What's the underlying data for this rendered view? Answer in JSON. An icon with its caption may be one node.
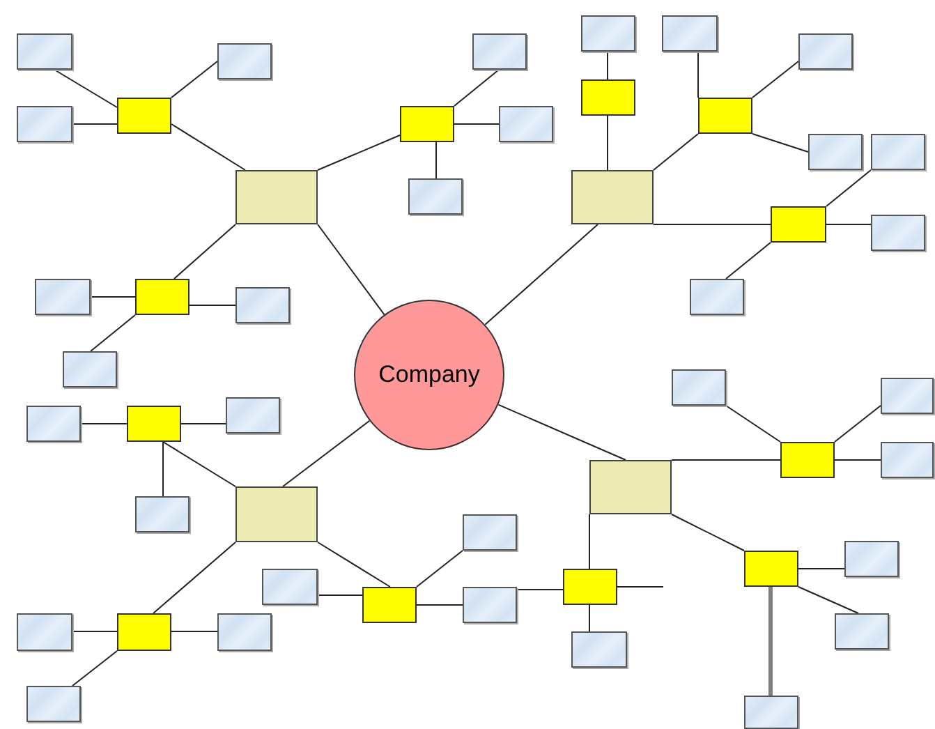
{
  "diagram": {
    "nodes": [
      {
        "text": [
          "Company"
        ]
      },
      {
        "text": [],
        "shape": "box"
      },
      {
        "text": [],
        "shape": "box"
      },
      {
        "text": [],
        "shape": "box"
      },
      {
        "text": [],
        "shape": "box"
      },
      {
        "text": [],
        "shape": "box"
      },
      {
        "text": [],
        "shape": "box"
      },
      {
        "text": [],
        "shape": "box"
      },
      {
        "text": [],
        "shape": "box"
      },
      {
        "text": [],
        "shape": "box"
      },
      {
        "text": [],
        "shape": "box"
      },
      {
        "text": [],
        "shape": "box"
      },
      {
        "text": [],
        "shape": "box"
      },
      {
        "text": [],
        "shape": "box"
      },
      {
        "text": [],
        "shape": "box"
      },
      {
        "text": [],
        "shape": "box"
      },
      {
        "text": [],
        "shape": "box"
      },
      {
        "text": [],
        "shape": "box"
      },
      {
        "text": [],
        "shape": "box"
      },
      {
        "text": [],
        "shape": "box"
      },
      {
        "text": [],
        "shape": "box"
      },
      {
        "text": [],
        "shape": "box"
      },
      {
        "text": [],
        "shape": "box"
      },
      {
        "text": [],
        "shape": "box"
      },
      {
        "text": [],
        "shape": "box"
      },
      {
        "text": [],
        "shape": "box"
      },
      {
        "text": [],
        "shape": "box"
      },
      {
        "text": [],
        "shape": "box"
      },
      {
        "text": [],
        "shape": "box"
      },
      {
        "text": [],
        "shape": "box"
      },
      {
        "text": [],
        "shape": "box"
      },
      {
        "text": [],
        "shape": "box"
      },
      {
        "text": [],
        "shape": "box"
      },
      {
        "text": [],
        "shape": "box"
      },
      {
        "text": [],
        "shape": "box"
      },
      {
        "text": [],
        "shape": "box"
      },
      {
        "text": [],
        "shape": "box"
      },
      {
        "text": [],
        "shape": "box"
      },
      {
        "text": [],
        "shape": "box"
      },
      {
        "text": [],
        "shape": "box"
      },
      {
        "text": [],
        "shape": "box"
      },
      {
        "text": [],
        "shape": "box"
      },
      {
        "text": [],
        "shape": "box"
      },
      {
        "text": [],
        "shape": "box"
      },
      {
        "text": [],
        "shape": "box"
      },
      {
        "text": [],
        "shape": "box"
      },
      {
        "text": [],
        "shape": "box"
      },
      {
        "text": [],
        "shape": "box"
      },
      {
        "text": [],
        "shape": "box"
      }
    ],
    "edges": [
      {
        "from": 0,
        "to": 1,
        "arrow": "none"
      },
      {
        "from": 1,
        "to": 2,
        "arrow": "none"
      },
      {
        "from": 2,
        "to": 3,
        "arrow": "none"
      },
      {
        "from": 2,
        "to": 4,
        "arrow": "none"
      },
      {
        "from": 2,
        "to": 5,
        "arrow": "none"
      },
      {
        "from": 1,
        "to": 6,
        "arrow": "none"
      },
      {
        "from": 6,
        "to": 7,
        "arrow": "none"
      },
      {
        "from": 6,
        "to": 8,
        "arrow": "none"
      },
      {
        "from": 6,
        "to": 9,
        "arrow": "none"
      },
      {
        "from": 1,
        "to": 10,
        "arrow": "none"
      },
      {
        "from": 10,
        "to": 11,
        "arrow": "none"
      },
      {
        "from": 10,
        "to": 12,
        "arrow": "none"
      },
      {
        "from": 10,
        "to": 13,
        "arrow": "none"
      },
      {
        "from": 0,
        "to": 14,
        "arrow": "none"
      },
      {
        "from": 14,
        "to": 15,
        "arrow": "none"
      },
      {
        "from": 15,
        "to": 16,
        "arrow": "none"
      },
      {
        "from": 14,
        "to": 17,
        "arrow": "none"
      },
      {
        "from": 17,
        "to": 18,
        "arrow": "none"
      },
      {
        "from": 17,
        "to": 19,
        "arrow": "none"
      },
      {
        "from": 17,
        "to": 20,
        "arrow": "none"
      },
      {
        "from": 14,
        "to": 21,
        "arrow": "none"
      },
      {
        "from": 21,
        "to": 22,
        "arrow": "none"
      },
      {
        "from": 21,
        "to": 23,
        "arrow": "none"
      },
      {
        "from": 21,
        "to": 24,
        "arrow": "none"
      },
      {
        "from": 0,
        "to": 25,
        "arrow": "none"
      },
      {
        "from": 25,
        "to": 26,
        "arrow": "none"
      },
      {
        "from": 26,
        "to": 27,
        "arrow": "none"
      },
      {
        "from": 26,
        "to": 28,
        "arrow": "none"
      },
      {
        "from": 26,
        "to": 29,
        "arrow": "none"
      },
      {
        "from": 25,
        "to": 30,
        "arrow": "none"
      },
      {
        "from": 30,
        "to": 31,
        "arrow": "none"
      },
      {
        "from": 30,
        "to": 32,
        "arrow": "none"
      },
      {
        "from": 30,
        "to": 33,
        "arrow": "none"
      },
      {
        "from": 25,
        "to": 34,
        "arrow": "none"
      },
      {
        "from": 34,
        "to": 35,
        "arrow": "none"
      },
      {
        "from": 34,
        "to": 36,
        "arrow": "none"
      },
      {
        "from": 34,
        "to": 37,
        "arrow": "none"
      },
      {
        "from": 0,
        "to": 38,
        "arrow": "none"
      },
      {
        "from": 38,
        "to": 39,
        "arrow": "none"
      },
      {
        "from": 39,
        "to": 40,
        "arrow": "none"
      },
      {
        "from": 39,
        "to": 41,
        "arrow": "none"
      },
      {
        "from": 39,
        "to": 42,
        "arrow": "none"
      },
      {
        "from": 38,
        "to": 43,
        "arrow": "none"
      },
      {
        "from": 43,
        "to": 37,
        "arrow": "none"
      },
      {
        "from": 43,
        "to": null,
        "arrow": "none"
      },
      {
        "from": 43,
        "to": 44,
        "arrow": "none"
      },
      {
        "from": 38,
        "to": 45,
        "arrow": "none"
      },
      {
        "from": 45,
        "to": 46,
        "arrow": "none"
      },
      {
        "from": 45,
        "to": 47,
        "arrow": "none"
      },
      {
        "from": 45,
        "to": 48,
        "arrow": "none",
        "style": "thick",
        "color": "#808080"
      }
    ]
  }
}
